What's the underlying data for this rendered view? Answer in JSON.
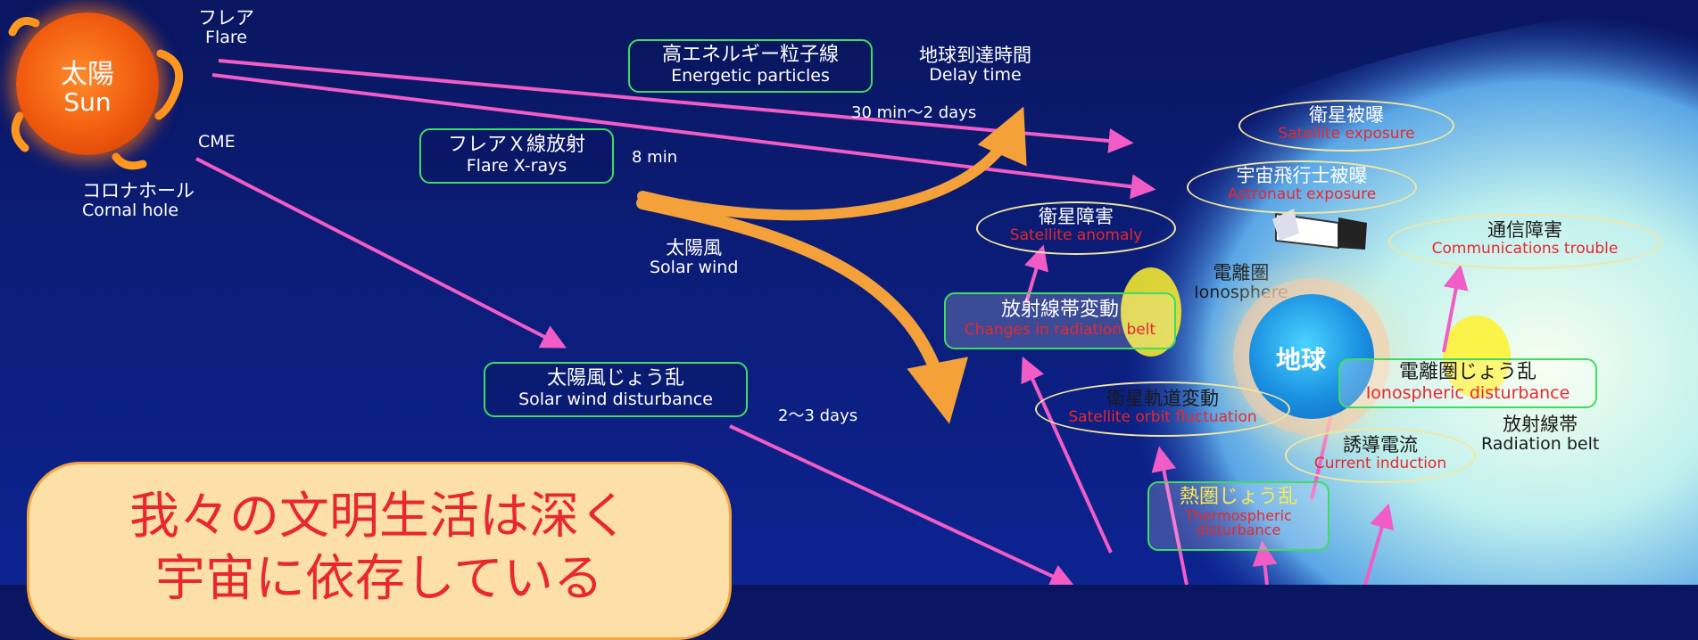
{
  "sun": {
    "jp": "太陽",
    "en": "Sun"
  },
  "flare": {
    "jp": "フレア",
    "en": "Flare"
  },
  "cme": {
    "label": "CME"
  },
  "coronal_hole": {
    "jp": "コロナホール",
    "en": "Cornal hole"
  },
  "energetic_particles": {
    "jp": "高エネルギー粒子線",
    "en": "Energetic particles"
  },
  "delay_time": {
    "jp": "地球到達時間",
    "en": "Delay time"
  },
  "delay_particles": "30 min～2 days",
  "flare_xrays": {
    "jp": "フレアＸ線放射",
    "en": "Flare X-rays"
  },
  "delay_xrays": "8 min",
  "solar_wind": {
    "jp": "太陽風",
    "en": "Solar wind"
  },
  "solar_wind_disturbance": {
    "jp": "太陽風じょう乱",
    "en": "Solar wind disturbance"
  },
  "delay_wind": "2～3 days",
  "satellite_exposure": {
    "jp": "衛星被曝",
    "en": "Satellite exposure"
  },
  "astronaut_exposure": {
    "jp": "宇宙飛行士被曝",
    "en": "Astronaut exposure"
  },
  "satellite_anomaly": {
    "jp": "衛星障害",
    "en": "Satellite anomaly"
  },
  "communications_trouble": {
    "jp": "通信障害",
    "en": "Communications trouble"
  },
  "ionosphere": {
    "jp": "電離圏",
    "en": "Ionosphere"
  },
  "radiation_belt_change": {
    "jp": "放射線帯変動",
    "en": "Changes in radiation belt"
  },
  "earth": {
    "jp": "地球"
  },
  "ionospheric_disturbance": {
    "jp": "電離圏じょう乱",
    "en": "Ionospheric disturbance"
  },
  "satellite_orbit": {
    "jp": "衛星軌道変動",
    "en": "Satellite orbit fluctuation"
  },
  "radiation_belt": {
    "jp": "放射線帯",
    "en": "Radiation belt"
  },
  "current_induction": {
    "jp": "誘導電流",
    "en": "Current induction"
  },
  "thermospheric": {
    "jp": "熱圏じょう乱",
    "en": "Thermospheric disturbance"
  },
  "bubble": {
    "line1": "我々の文明生活は深く",
    "line2": "宇宙に依存している"
  },
  "colors": {
    "arrow_pink": "#f25cc7",
    "box_green": "#3fdc63",
    "oval_cream": "#f2e6a2",
    "flow_orange": "#f5a13a",
    "accent_red": "#e8272e"
  }
}
